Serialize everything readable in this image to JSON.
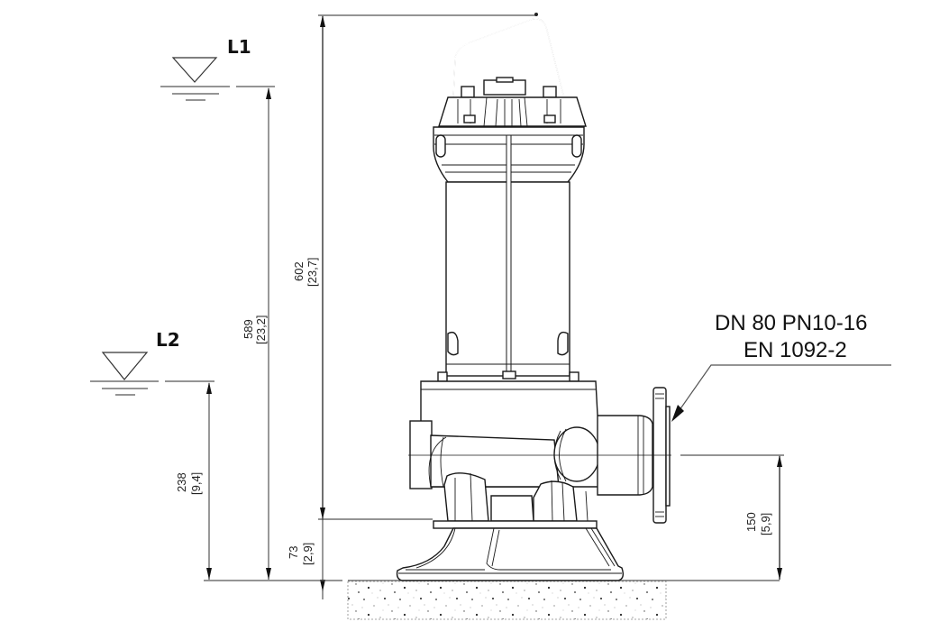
{
  "drawing": {
    "type": "submersible-pump-dimension-drawing",
    "levels": [
      {
        "label": "L1",
        "symbol": "water-level-triangle"
      },
      {
        "label": "L2",
        "symbol": "water-level-triangle"
      }
    ],
    "dimensions": {
      "l1_height": {
        "mm": "589",
        "inch": "[23,2]"
      },
      "total_height": {
        "mm": "602",
        "inch": "[23,7]"
      },
      "l2_height": {
        "mm": "238",
        "inch": "[9,4]"
      },
      "base_height": {
        "mm": "73",
        "inch": "[2,9]"
      },
      "outlet_height": {
        "mm": "150",
        "inch": "[5,9]"
      }
    },
    "flange_callout": {
      "line1": "DN 80 PN10-16",
      "line2": "EN 1092-2"
    },
    "colors": {
      "lines": "#1a1a1a",
      "dimension_lines": "#555555",
      "background": "#ffffff"
    }
  }
}
